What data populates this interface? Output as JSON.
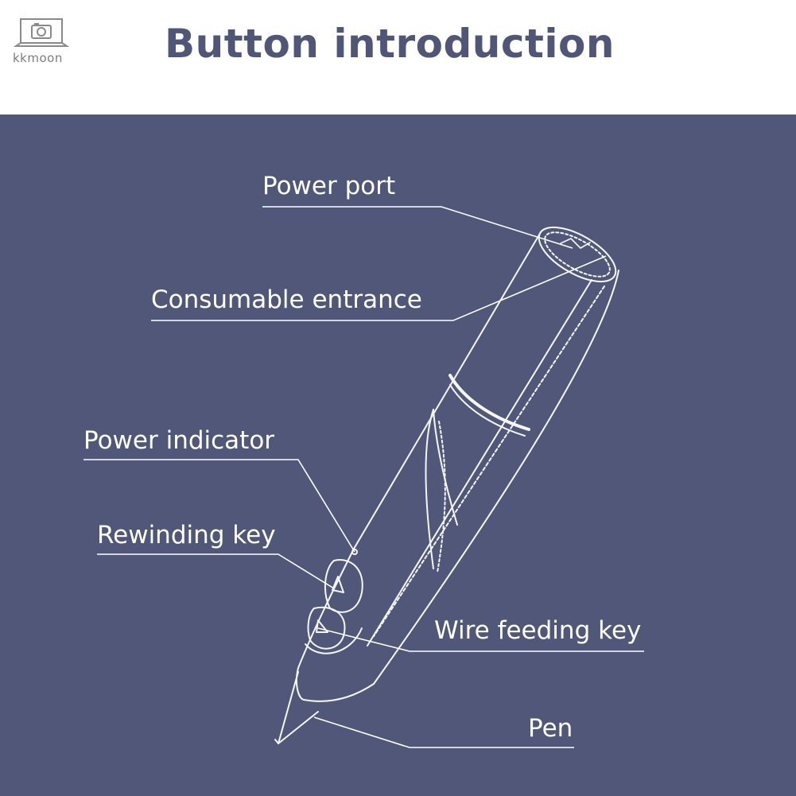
{
  "brand": {
    "logo_text": "kkmoon",
    "logo_icon": "laptop-camera-icon"
  },
  "title": "Button introduction",
  "colors": {
    "title": "#4f5678",
    "panel_background": "#505778",
    "line_art": "#ffffff"
  },
  "labels": {
    "power_port": "Power port",
    "consumable_entrance": "Consumable entrance",
    "power_indicator": "Power indicator",
    "rewinding_key": "Rewinding key",
    "wire_feeding_key": "Wire feeding key",
    "pen": "Pen"
  }
}
